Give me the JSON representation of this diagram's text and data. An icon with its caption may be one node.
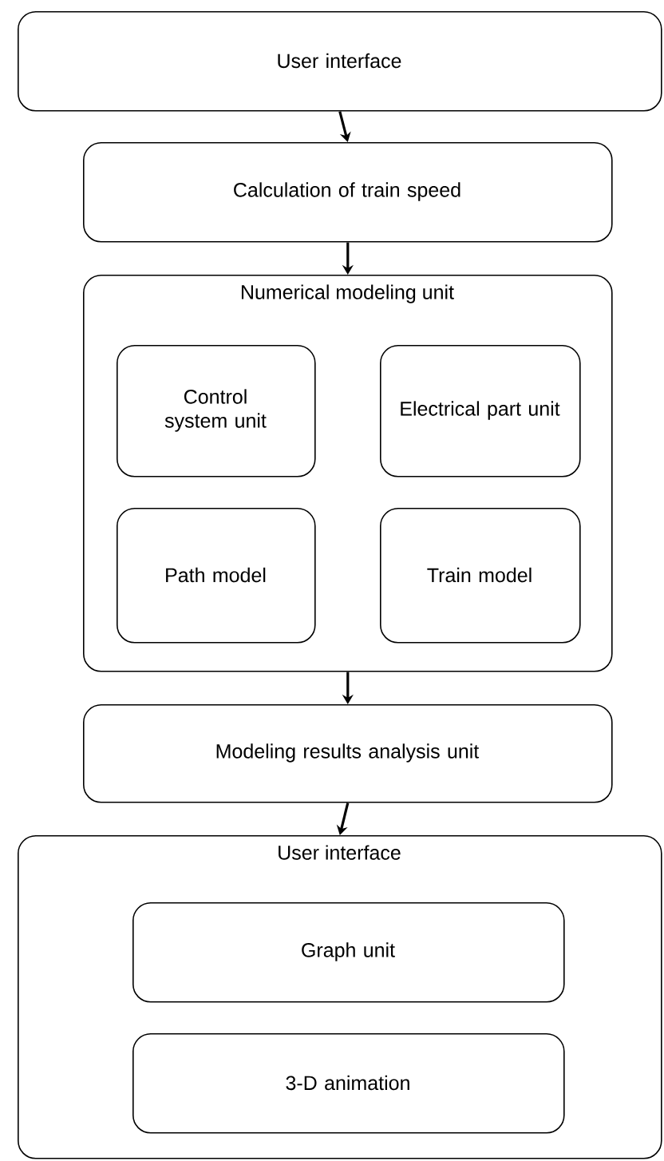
{
  "diagram": {
    "nodes": [
      {
        "text": [
          "User interface"
        ]
      },
      {
        "text": [
          "Calculation of train speed"
        ]
      },
      {
        "text": [
          "Numerical modeling unit"
        ]
      },
      {
        "text": [
          "Control system unit"
        ],
        "in": 2
      },
      {
        "text": [
          "Electrical part unit"
        ],
        "in": 2
      },
      {
        "text": [
          "Path model"
        ],
        "in": 2
      },
      {
        "text": [
          "Train model"
        ],
        "in": 2
      },
      {
        "text": [
          "Modeling results analysis unit"
        ]
      },
      {
        "text": [
          "User interface"
        ]
      },
      {
        "text": [
          "Graph unit"
        ],
        "in": 8
      },
      {
        "text": [
          "3-D animation"
        ],
        "in": 8
      }
    ],
    "edges": [
      {
        "from": 0,
        "to": 1,
        "arrow": "to"
      },
      {
        "from": 1,
        "to": 2,
        "arrow": "to"
      },
      {
        "from": 2,
        "to": 7,
        "arrow": "to"
      },
      {
        "from": 7,
        "to": 8,
        "arrow": "to"
      }
    ]
  }
}
